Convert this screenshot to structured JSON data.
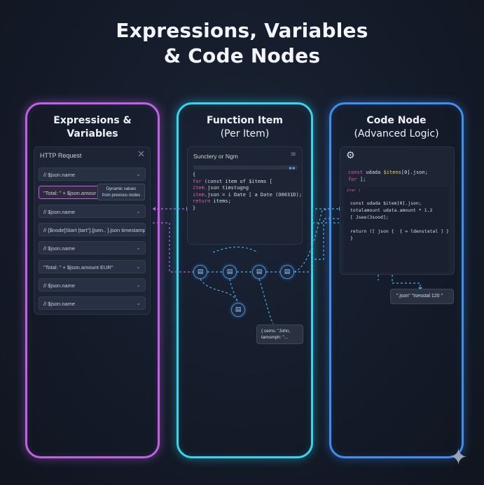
{
  "title": {
    "line1": "Expressions, Variables",
    "line2": "& Code Nodes"
  },
  "panels": [
    {
      "title": "Expressions &",
      "subtitle": "Variables",
      "color": "#c061e8"
    },
    {
      "title": "Function Item",
      "subtitle": "(Per Item)",
      "color": "#34d7f0"
    },
    {
      "title": "Code Node",
      "subtitle": "(Advanced Logic)",
      "color": "#3d8ff2"
    }
  ],
  "expressions_card": {
    "header": "HTTP Request",
    "close_icon": "✕",
    "rows": [
      "// $json.name",
      "\"Total: \" + $json.amour",
      "// $json.name",
      "// {$node[Start |tart\"].|jsen.. ].json timestamp",
      "// $json.name",
      "\"Total: \" + $json.amount EUR\"",
      "// $json.name",
      "// $json.name"
    ],
    "tooltip": {
      "line1": "Dynamic values",
      "line2": "from previous nodes"
    }
  },
  "function_card": {
    "header": "Sunctery or Ngm",
    "menu_icon": "≡",
    "code": {
      "l1": "{",
      "l2_kw": "for",
      "l2_rest": " (const item of $items [",
      "l3_kw": "item.",
      "l3_rest": "json timstugng",
      "l4_kw": "item",
      "l4_rest": ".json = i Date [ a Date (O0031D);",
      "l5_kw": "return",
      "l5_rest": " items;",
      "l6": "}"
    }
  },
  "code_card": {
    "gear_icon": "⚙",
    "code": {
      "l1_kw": "const",
      "l1_rest": " udada ",
      "l1_fn": "$itens",
      "l1_end": "[0].json;",
      "l2_kw": "for",
      "l2_rest": " ];",
      "l3": "iter (",
      "i1": "const udada $item[0].json;",
      "i2": "totalamount udata.amount * 1.2",
      "i3": "[ Jsee(3sood];",
      "i4": "return ([ json {  { = ldenstatal ] }",
      "i5": "}"
    }
  },
  "function_result": {
    "line1": "{ cems: \"John,",
    "line2": "tamsmph: \"..."
  },
  "code_result": "\".json\" \"Isesstal  120 \"",
  "node_icon": "▤"
}
